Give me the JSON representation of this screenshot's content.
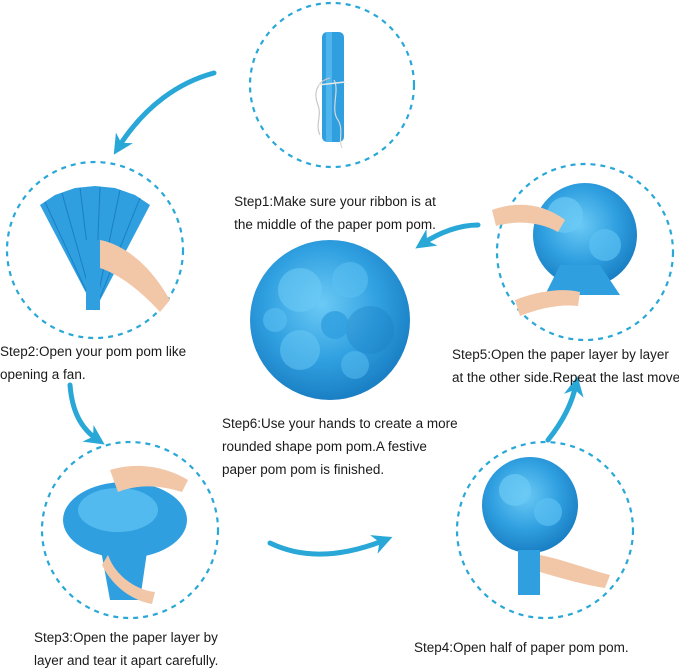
{
  "steps": [
    {
      "id": "step1",
      "lines": [
        "Step1:Make sure your ribbon is at",
        "the middle of the paper pom pom."
      ]
    },
    {
      "id": "step2",
      "lines": [
        "Step2:Open your pom pom like",
        "opening a fan."
      ]
    },
    {
      "id": "step3",
      "lines": [
        "Step3:Open the paper layer by",
        "layer and tear it apart carefully."
      ]
    },
    {
      "id": "step4",
      "lines": [
        "Step4:Open half of paper pom pom."
      ]
    },
    {
      "id": "step5",
      "lines": [
        "Step5:Open the paper layer by layer",
        "at the other side.Repeat the last move."
      ]
    },
    {
      "id": "step6",
      "lines": [
        "Step6:Use your hands to create a more",
        "rounded shape pom pom.A festive",
        "paper pom pom is finished."
      ]
    }
  ],
  "colors": {
    "accent": "#29a8d8",
    "paper_blue": "#2f9fe0",
    "paper_light": "#5cc0f2",
    "paper_dark": "#1a7fc4",
    "skin": "#f2c7a8",
    "text": "#1a1a1a"
  }
}
